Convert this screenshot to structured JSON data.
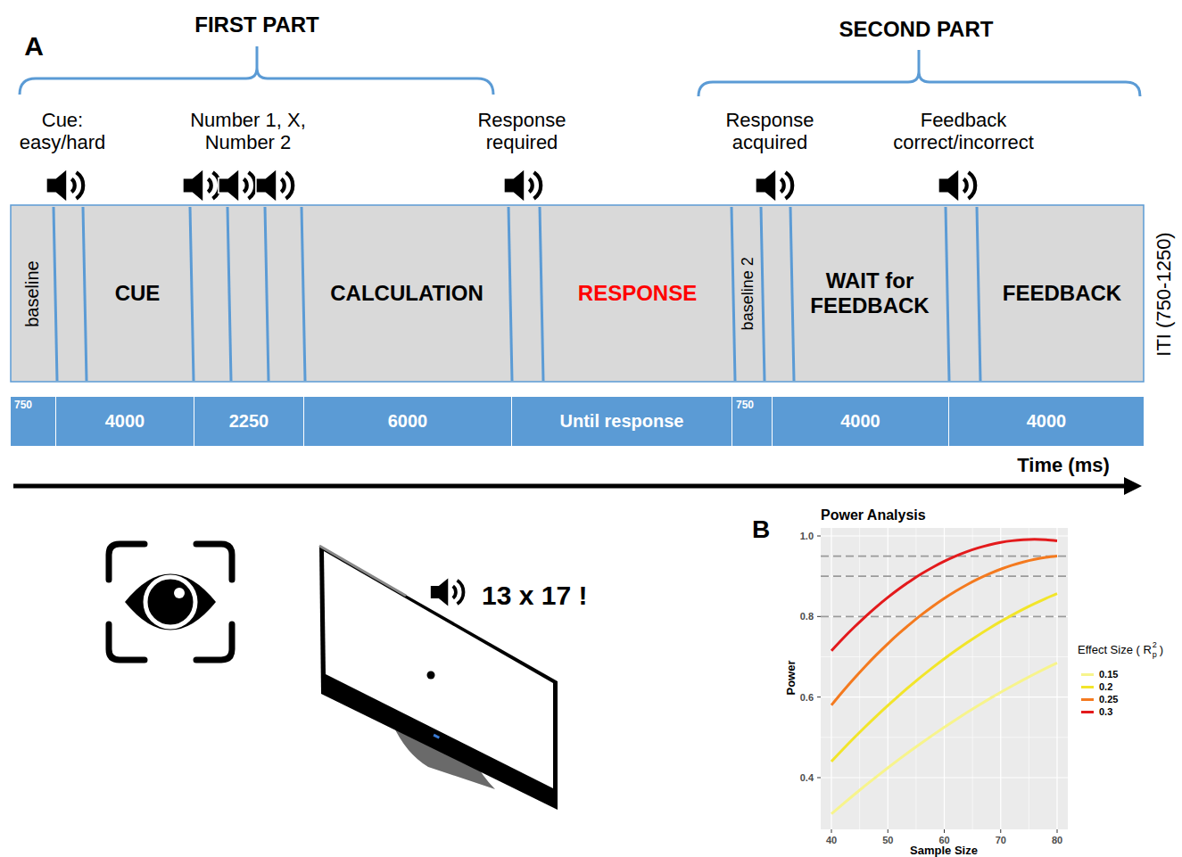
{
  "diagram": {
    "nodes": [
      {
        "text": [
          "baseline"
        ]
      },
      {
        "text": [
          "CUE"
        ]
      },
      {
        "text": [
          "CALCULATION"
        ]
      },
      {
        "text": [
          "RESPONSE"
        ]
      },
      {
        "text": [
          "baseline 2"
        ]
      },
      {
        "text": [
          "WAIT for FEEDBACK"
        ]
      },
      {
        "text": [
          "FEEDBACK"
        ]
      },
      {
        "text": [
          "750"
        ]
      },
      {
        "text": [
          "4000"
        ]
      },
      {
        "text": [
          "2250"
        ]
      },
      {
        "text": [
          "6000"
        ]
      },
      {
        "text": [
          "Until response"
        ]
      },
      {
        "text": [
          "750"
        ]
      },
      {
        "text": [
          "4000"
        ]
      },
      {
        "text": [
          "4000"
        ]
      }
    ],
    "labels": [
      "A",
      "FIRST PART",
      "SECOND PART",
      "Cue: easy/hard",
      "Number 1, X, Number 2",
      "Response required",
      "Response acquired",
      "Feedback correct/incorrect",
      "ITI (750-1250)",
      "Time (ms)",
      "13 x 17 !",
      "B",
      "Power Analysis",
      "1.0",
      "0.8",
      "0.6",
      "0.4",
      "40",
      "50",
      "60",
      "70",
      "80",
      "Power",
      "Sample Size",
      "Effect Size ( R",
      "2",
      "p",
      ")"
    ],
    "legend": [
      {
        "text": "0.15",
        "color": "#f7f48c"
      },
      {
        "text": "0.2",
        "color": "#f2e52a"
      },
      {
        "text": "0.25",
        "color": "#f47a1f"
      },
      {
        "text": "0.3",
        "color": "#e31a1c"
      }
    ]
  }
}
